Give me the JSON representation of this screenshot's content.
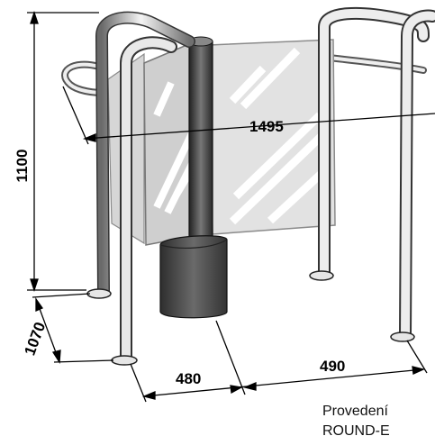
{
  "dimensions": {
    "height": "1100",
    "width_diagonal": "1495",
    "depth": "1070",
    "bottom_left": "480",
    "bottom_right": "490"
  },
  "caption": {
    "line1": "Provedení",
    "line2": "ROUND-E"
  },
  "colors": {
    "line": "#000000",
    "tube_dark": "#5f5f5f",
    "tube_light": "#f2f2f2",
    "glass": "#e4e4e4",
    "glass_edge": "#8c8c8c",
    "column": "#3a3a3a",
    "base": "#4a4a4a"
  }
}
